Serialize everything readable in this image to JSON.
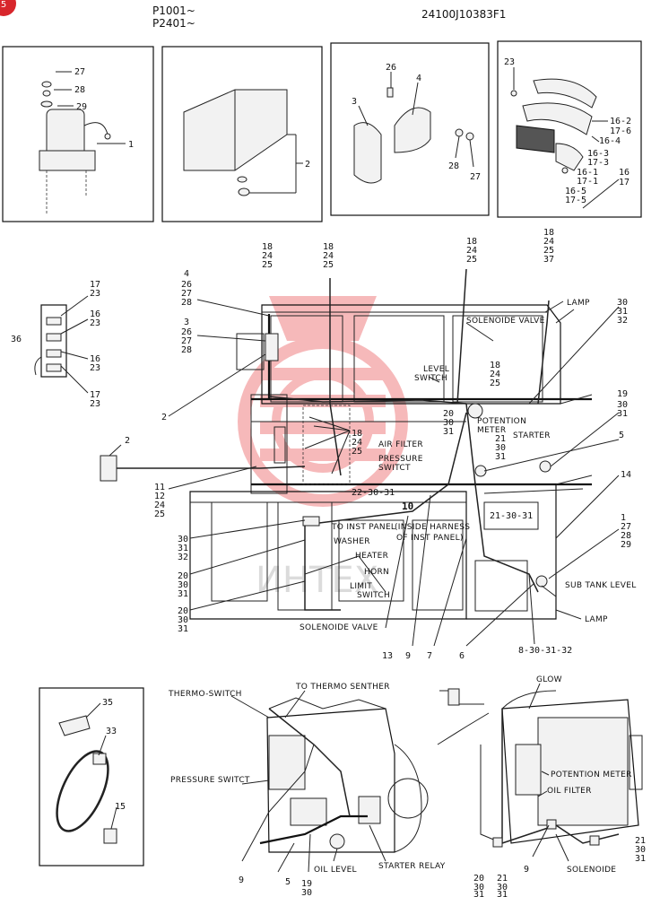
{
  "header": {
    "serial_1": "P1001~",
    "serial_2": "P2401~",
    "doc_number": "24100J10383F1",
    "corner_badge": "5"
  },
  "watermark": {
    "text": "ИНТЕХ",
    "color": "#e8383d"
  },
  "detail_boxes": {
    "box1": {
      "labels": [
        "27",
        "28",
        "29",
        "1"
      ]
    },
    "box2": {
      "labels": [
        "2"
      ]
    },
    "box3": {
      "labels": [
        "26",
        "4",
        "3",
        "28",
        "27"
      ]
    },
    "box4": {
      "labels": [
        "23",
        "16-2",
        "17-6",
        "16-4",
        "16-3",
        "17-3",
        "16-1",
        "17-1",
        "16",
        "17",
        "16-5",
        "17-5"
      ]
    },
    "box5": {
      "labels": [
        "35",
        "33",
        "15"
      ]
    }
  },
  "main_labels": {
    "top_groups": [
      {
        "lines": [
          "18",
          "24",
          "25"
        ]
      },
      {
        "lines": [
          "18",
          "24",
          "25"
        ]
      },
      {
        "lines": [
          "18",
          "24",
          "25"
        ]
      },
      {
        "lines": [
          "18",
          "24",
          "25",
          "37"
        ]
      }
    ],
    "left_groups": [
      {
        "lines": [
          "4",
          "26",
          "27",
          "28"
        ]
      },
      {
        "lines": [
          "3",
          "26",
          "27",
          "28"
        ]
      },
      {
        "lines": [
          "17",
          "23"
        ]
      },
      {
        "lines": [
          "16",
          "23"
        ]
      },
      {
        "lines": [
          "16",
          "23"
        ]
      },
      {
        "lines": [
          "17",
          "23"
        ]
      },
      {
        "lines": [
          "11",
          "12",
          "24",
          "25"
        ]
      },
      {
        "lines": [
          "30",
          "31",
          "32"
        ]
      },
      {
        "lines": [
          "20",
          "30",
          "31"
        ]
      },
      {
        "lines": [
          "20",
          "30",
          "31"
        ]
      }
    ],
    "right_groups": [
      {
        "lines": [
          "30",
          "31",
          "32"
        ]
      },
      {
        "lines": [
          "19",
          "30",
          "31"
        ]
      },
      {
        "lines": [
          "1",
          "27",
          "28",
          "29"
        ]
      },
      {
        "lines": [
          "18",
          "24",
          "25"
        ]
      },
      {
        "lines": [
          "18",
          "24",
          "25"
        ]
      },
      {
        "lines": [
          "20",
          "30",
          "31"
        ]
      },
      {
        "lines": [
          "21",
          "30",
          "31"
        ]
      }
    ],
    "single": [
      "36",
      "2",
      "2",
      "5",
      "14",
      "10",
      "22-30-31",
      "21-30-31",
      "13",
      "9",
      "7",
      "6",
      "8-30-31-32"
    ],
    "names": {
      "lamp_top": "LAMP",
      "solenoide_valve_top": "SOLENOIDE VALVE",
      "level_switch": "LEVEL\nSWITCH",
      "potention_meter": "POTENTION\nMETER",
      "starter": "STARTER",
      "air_filter": "AIR FILTER",
      "pressure_switct": "PRESSURE\nSWITCT",
      "to_inst_panel": "TO INST PANEL",
      "inside_harness": "(INSIDE HARNESS\nOF INST PANEL)",
      "washer": "WASHER",
      "heater": "HEATER",
      "horn": "HORN",
      "limit_switch": "LIMIT\nSWITCH",
      "sub_tank_level": "SUB TANK LEVEL",
      "lamp_bottom": "LAMP",
      "solenoide_valve_bottom": "SOLENOIDE VALVE"
    }
  },
  "engine_left": {
    "thermo_switch": "THERMO-SWITCH",
    "to_thermo_senther": "TO THERMO SENTHER",
    "pressure_switct": "PRESSURE SWITCT",
    "oil_level": "OIL LEVEL",
    "starter_relay": "STARTER RELAY",
    "numbers": [
      "9",
      "5",
      "19",
      "30"
    ]
  },
  "engine_right": {
    "glow": "GLOW",
    "potention_meter": "POTENTION METER",
    "oil_filter": "OIL FILTER",
    "solenoide": "SOLENOIDE",
    "numbers": [
      "20",
      "30",
      "31",
      "21",
      "30",
      "31",
      "9",
      "21",
      "30",
      "31"
    ]
  }
}
